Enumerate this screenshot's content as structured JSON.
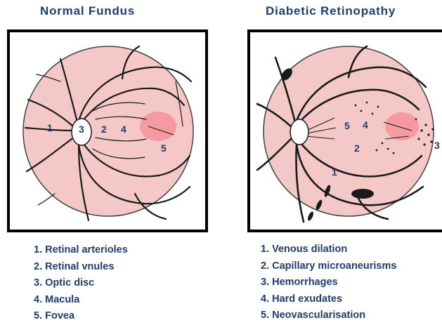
{
  "left": {
    "title": "Normal Fundus",
    "labels": [
      "1",
      "3",
      "2",
      "4",
      "5"
    ],
    "legend": [
      "1. Retinal arterioles",
      "2. Retinal vnules",
      "3. Optic disc",
      "4. Macula",
      "5. Fovea"
    ]
  },
  "right": {
    "title": "Diabetic Retinopathy",
    "labels": [
      "5",
      "4",
      "2",
      "1",
      "3"
    ],
    "legend": [
      "1. Venous dilation",
      "2. Capillary microaneurisms",
      "3. Hemorrhages",
      "4. Hard exudates",
      "5. Neovascularisation"
    ]
  },
  "colors": {
    "retina": "#f5c8c8",
    "macula": "#f59a9e",
    "text": "#1d3f6e",
    "vessel": "#1a1a1a"
  }
}
